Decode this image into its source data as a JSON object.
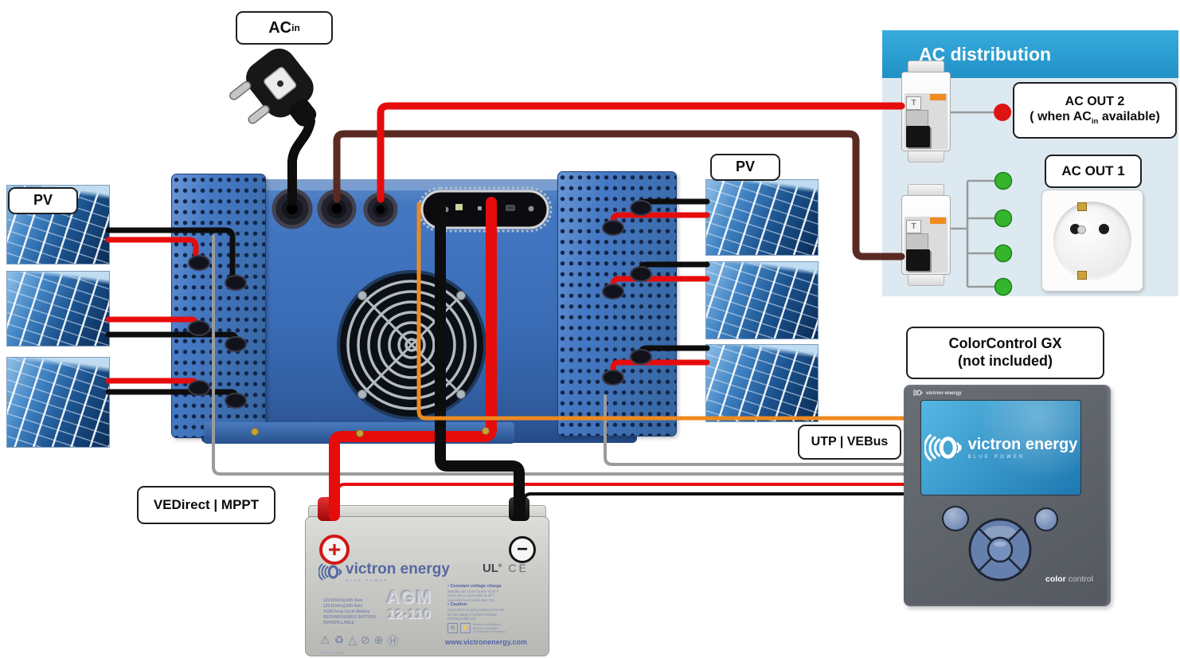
{
  "labels": {
    "ac_in_main": "AC",
    "ac_in_sub": "in",
    "pv_left": "PV",
    "pv_right": "PV",
    "utp_vebus": "UTP | VEBus",
    "vedirect_mppt": "VEDirect | MPPT",
    "colorcontrol_line1": "ColorControl GX",
    "colorcontrol_line2": "(not included)"
  },
  "ac_distribution": {
    "title": "AC distribution",
    "breaker_marking": "T",
    "ac_out2_line1": "AC OUT 2",
    "ac_out2_line2_pre": "( when AC",
    "ac_out2_line2_sub": "in",
    "ac_out2_line2_post": " available)",
    "ac_out1": "AC OUT 1",
    "led_green": "#35b52e",
    "led_red": "#dc1414"
  },
  "colorcontrol": {
    "brand": "victron energy",
    "screen_brand": "victron energy",
    "screen_tagline": "BLUE POWER",
    "footer_bold": "color",
    "footer_light": "control"
  },
  "battery": {
    "brand": "victron energy",
    "tagline": "BLUE POWER",
    "plus": "+",
    "minus": "−",
    "model": "AGM",
    "capacity": "12-110",
    "spec_lines": [
      "12V105Ah@10h Rate",
      "12V110Ah@20h Rate",
      "AGM Deep Cycle Battery",
      "RECHARGEABLE BATTERY",
      "NONSPILLABLE"
    ],
    "ul_mark": "UL",
    "ul_reg": "®",
    "ce_mark": "CE",
    "charge_title": "• Constant voltage charge",
    "charge_lines": [
      "Standby use 13.50-13.80V at 25°C",
      "Cycle use 14.40-14.90V at 25°C",
      "Max initial current less than 33A"
    ],
    "caution_title": "• Caution:",
    "caution_lines": [
      "Avoid short-circuiting battery terminals",
      "Do not charge in sealed container",
      "Recharge after use"
    ],
    "recycle_lines": [
      "Sealed Lead Battery",
      "Must Be Recycled",
      "Or Disposed of Properly"
    ],
    "website": "www.victronenergy.com",
    "cert_icons": [
      "⚠",
      "♻",
      "△",
      "⊘",
      "⊕",
      "Ⓗ"
    ],
    "part_code": "BAT412110080"
  },
  "wire_colors": {
    "red": "#e60c0c",
    "black": "#0d0d0d",
    "brown": "#5a2a22",
    "orange": "#ee8a1e",
    "gray": "#9b9b9b"
  }
}
